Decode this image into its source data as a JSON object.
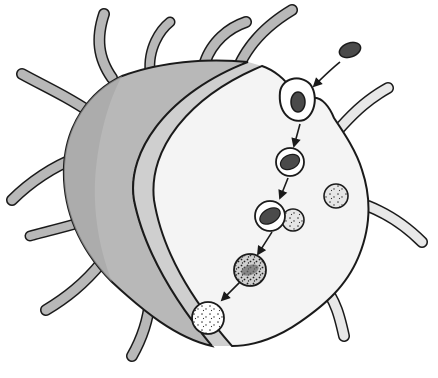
{
  "figure": {
    "subject": "phagocytic-cell-cutaway",
    "colors": {
      "background": "#ffffff",
      "cell_exterior": "#b8b8b8",
      "cell_exterior_shadow": "#9a9a9a",
      "cut_face": "#f4f4f4",
      "cut_edge_band": "#cfcfcf",
      "outline": "#1a1a1a",
      "particle": "#4a4a4a",
      "vesicle_fill": "#ffffff",
      "lysosome_fill": "#e6e6e6"
    },
    "steps": [
      {
        "stage": "free-particle"
      },
      {
        "stage": "engulfment"
      },
      {
        "stage": "phagosome"
      },
      {
        "stage": "phagosome-lysosome-fusion"
      },
      {
        "stage": "digestion"
      },
      {
        "stage": "residual-body"
      }
    ],
    "free_lysosome_count": 1,
    "pseudopod_count": 12
  }
}
